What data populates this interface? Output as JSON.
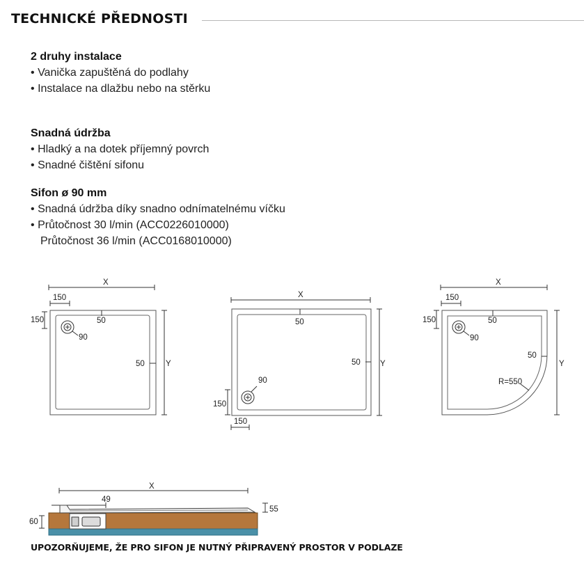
{
  "header": {
    "title": "TECHNICKÉ PŘEDNOSTI"
  },
  "installation": {
    "heading": "2 druhy instalace",
    "items": [
      "Vanička zapuštěná do podlahy",
      "Instalace na dlažbu nebo na stěrku"
    ]
  },
  "maintenance": {
    "heading": "Snadná údržba",
    "items": [
      "Hladký a na dotek příjemný povrch",
      "Snadné čištění sifonu"
    ]
  },
  "siphon": {
    "heading": "Sifon ø 90 mm",
    "items": [
      "Snadná údržba díky snadno odnímatelnému víčku",
      "Průtočnost 30 l/min (ACC0226010000)"
    ],
    "continuation": "Průtočnost 36 l/min (ACC0168010000)"
  },
  "bullet": "•",
  "diagrams": {
    "square": {
      "x": "X",
      "y": "Y",
      "offset_top": "150",
      "offset_left": "150",
      "rim_top": "50",
      "rim_right": "50",
      "drain": "90"
    },
    "rectangle": {
      "x": "X",
      "y": "Y",
      "rim_top": "50",
      "rim_right": "50",
      "drain": "90",
      "offset_left": "150",
      "offset_bottom": "150"
    },
    "quadrant": {
      "x": "X",
      "y": "Y",
      "offset_top": "150",
      "offset_left": "150",
      "rim_top": "50",
      "rim_right": "50",
      "drain": "90",
      "radius": "R=550"
    },
    "section": {
      "x": "X",
      "depth": "49",
      "rim": "55",
      "floor": "60"
    }
  },
  "footer": {
    "note": "UPOZORŇUJEME, ŽE PRO SIFON JE NUTNÝ PŘIPRAVENÝ PROSTOR V PODLAZE"
  }
}
